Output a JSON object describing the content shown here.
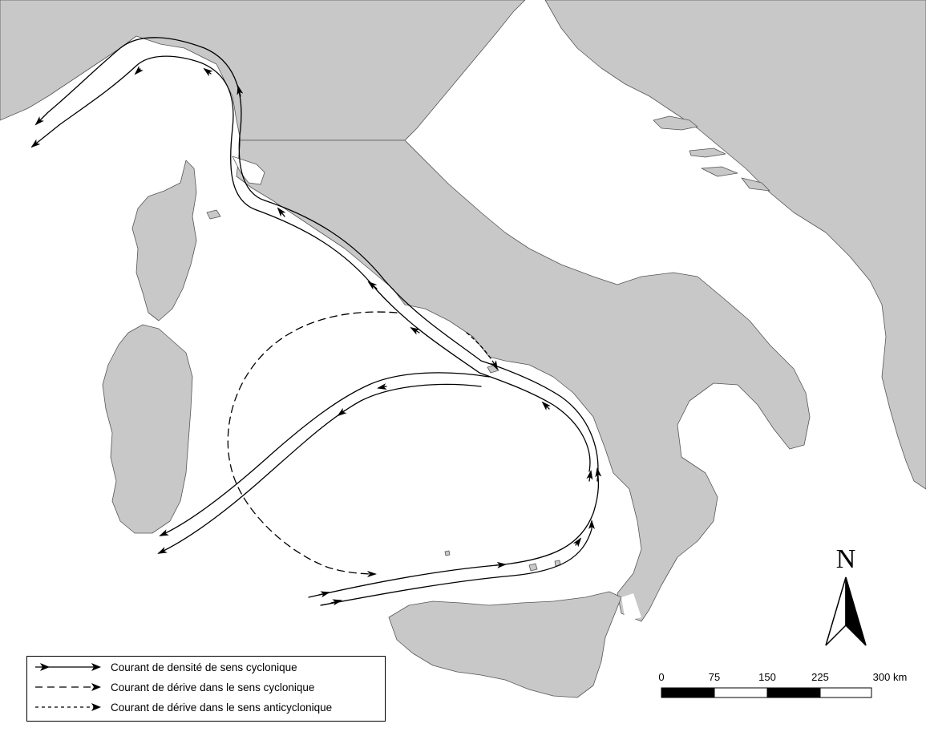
{
  "legend": {
    "items": [
      {
        "style": "solid",
        "label": "Courant de densité de sens cyclonique"
      },
      {
        "style": "dashed",
        "label": "Courant de dérive dans le sens cyclonique"
      },
      {
        "style": "dotted",
        "label": "Courant de dérive dans le sens anticyclonique"
      }
    ]
  },
  "scale_bar": {
    "ticks": [
      "0",
      "75",
      "150",
      "225"
    ],
    "end_label": "300 km"
  },
  "north_arrow": {
    "letter": "N"
  },
  "colors": {
    "land": "#c8c8c8",
    "sea": "#ffffff",
    "coast": "#555555",
    "currents": "#000000"
  }
}
